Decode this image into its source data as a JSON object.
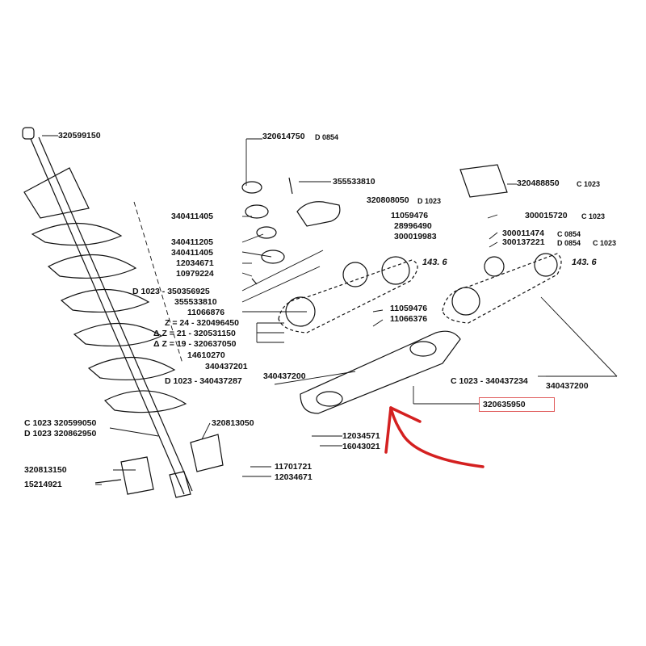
{
  "labels": {
    "l01": "320599150",
    "l02": "320614750",
    "l02b": "D 0854",
    "l03": "355533810",
    "l04": "320808050",
    "l04b": "D 1023",
    "l05": "320488850",
    "l05b": "C 1023",
    "l06": "340411405",
    "l07": "11059476",
    "l08": "28996490",
    "l09": "300019983",
    "l10": "300015720",
    "l10b": "C 1023",
    "l11": "340411205",
    "l12": "340411405",
    "l13": "300011474",
    "l13b": "C 0854",
    "l14": "300137221",
    "l14b": "D 0854",
    "l14c": "C 1023",
    "l15": "12034671",
    "l16": "10979224",
    "l17": "143. 6",
    "l18": "143. 6",
    "l19": "D 1023 - 350356925",
    "l20": "355533810",
    "l21": "11066876",
    "l22": "Z = 24 - 320496450",
    "l23": "Δ Z = 21 - 320531150",
    "l24": "Δ Z = 19 - 320637050",
    "l25": "14610270",
    "l26": "340437201",
    "l27": "D 1023 - 340437287",
    "l28": "340437200",
    "l29": "11059476",
    "l30": "11066376",
    "l31": "C 1023 - 340437234",
    "l32": "340437200",
    "l33": "320635950",
    "l34": "C 1023 320599050",
    "l35": "D 1023 320862950",
    "l36": "320813050",
    "l37": "12034571",
    "l38": "16043021",
    "l39": "11701721",
    "l40": "12034671",
    "l41": "320813150",
    "l42": "15214921"
  },
  "colors": {
    "ink": "#111111",
    "arrow": "#d42020",
    "highlight": "#e05a5a"
  }
}
